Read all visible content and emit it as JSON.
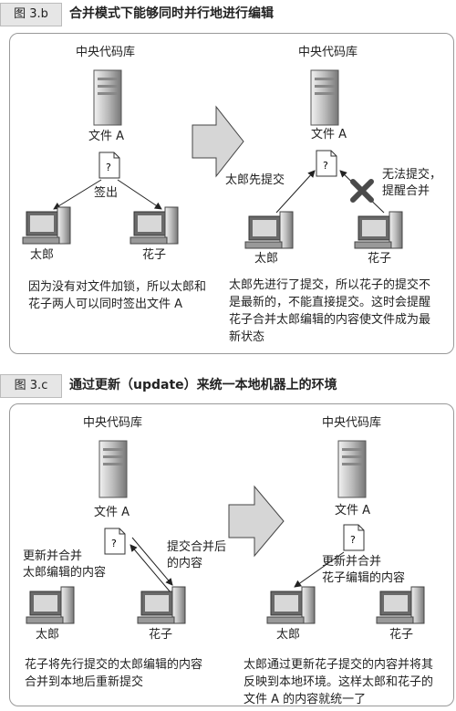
{
  "fig_b": {
    "tag": "图 3.b",
    "title": "合并模式下能够同时并行地进行编辑",
    "left": {
      "server_label": "中央代码库",
      "file_label": "文件 A",
      "checkout_label": "签出",
      "user1": "太郎",
      "user2": "花子",
      "caption": "因为没有对文件加锁，所以太郎和花子两人可以同时签出文件 A"
    },
    "right": {
      "server_label": "中央代码库",
      "file_label": "文件 A",
      "taro_commit_label": "太郎先提交",
      "rejected_line1": "无法提交，",
      "rejected_line2": "提醒合并",
      "user1": "太郎",
      "user2": "花子",
      "caption": "太郎先进行了提交，所以花子的提交不是最新的，不能直接提交。这时会提醒花子合并太郎编辑的内容使文件成为最新状态"
    }
  },
  "fig_c": {
    "tag": "图 3.c",
    "title": "通过更新（update）来统一本地机器上的环境",
    "left": {
      "server_label": "中央代码库",
      "file_label": "文件 A",
      "update_line1": "更新并合并",
      "update_line2": "太郎编辑的内容",
      "commit_line1": "提交合并后",
      "commit_line2": "的内容",
      "user1": "太郎",
      "user2": "花子",
      "caption": "花子将先行提交的太郎编辑的内容合并到本地后重新提交"
    },
    "right": {
      "server_label": "中央代码库",
      "file_label": "文件 A",
      "update_line1": "更新并合并",
      "update_line2": "花子编辑的内容",
      "user1": "太郎",
      "user2": "花子",
      "caption": "太郎通过更新花子提交的内容并将其反映到本地环境。这样太郎和花子的文件 A 的内容就统一了"
    }
  },
  "icons": {
    "file": "document-question-icon",
    "server": "server-tower-icon",
    "client": "desktop-computer-icon",
    "reject": "x-mark-icon",
    "flow": "right-arrow-icon"
  }
}
